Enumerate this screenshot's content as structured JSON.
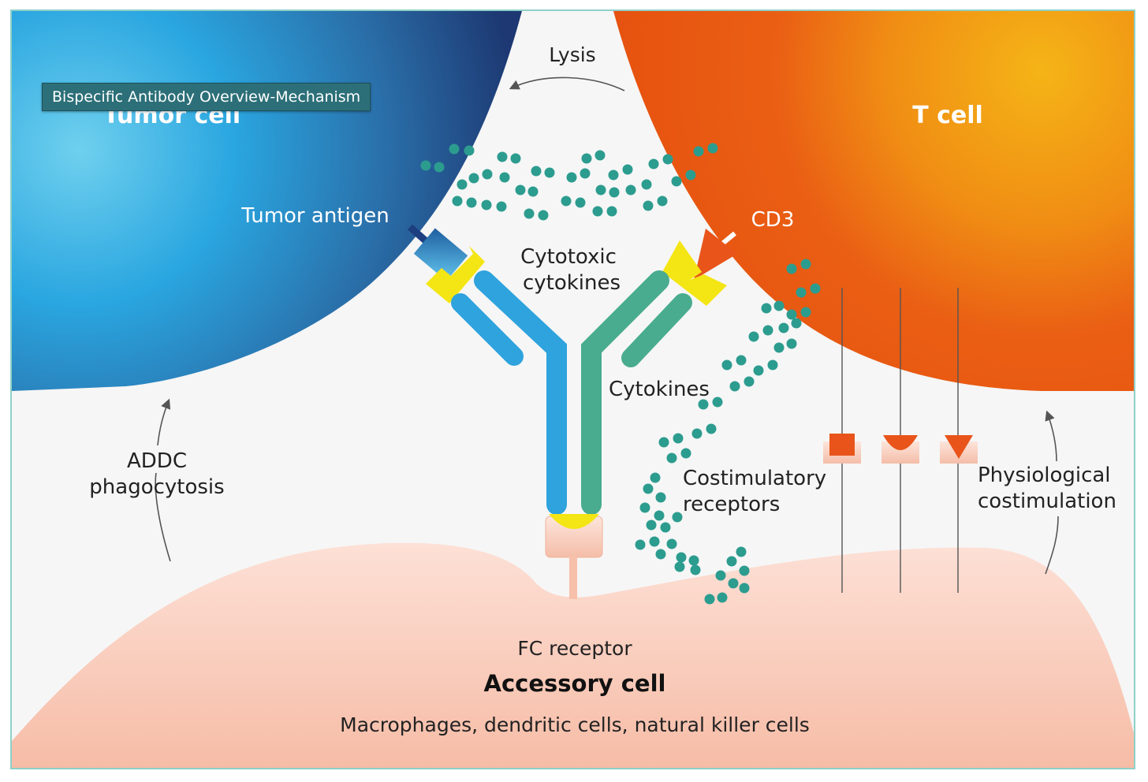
{
  "tooltip": "Bispecific Antibody Overview-Mechanism",
  "labels": {
    "tumor_cell": "Tumor cell",
    "t_cell": "T cell",
    "lysis": "Lysis",
    "tumor_antigen": "Tumor antigen",
    "cd3": "CD3",
    "cytotoxic_line1": "Cytotoxic",
    "cytotoxic_line2": "cytokines",
    "cytokines": "Cytokines",
    "addc_line1": "ADDC",
    "addc_line2": "phagocytosis",
    "costim_line1": "Costimulatory",
    "costim_line2": "receptors",
    "physio_line1": "Physiological",
    "physio_line2": "costimulation",
    "fc_receptor": "FC receptor",
    "accessory_cell": "Accessory cell",
    "accessory_desc": "Macrophages, dendritic cells, natural killer cells"
  },
  "colors": {
    "tumor_blue": "#2a9ad8",
    "tumor_dark": "#1f3f78",
    "tcell_orange": "#e85412",
    "tcell_light": "#f7a21a",
    "antibody_blue": "#2ea3dd",
    "antibody_green": "#49ac8f",
    "antigen_yellow": "#f4e514",
    "accessory_pink": "#f7c5b1",
    "dot_teal": "#2c9c8f"
  }
}
